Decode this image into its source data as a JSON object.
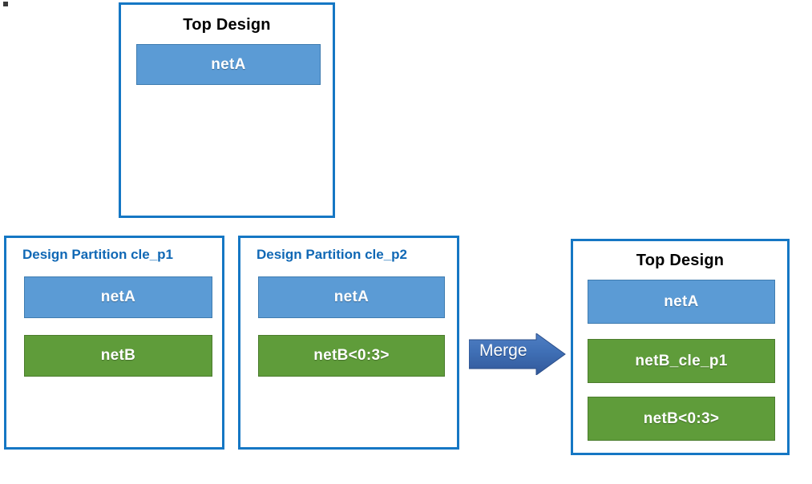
{
  "diagram": {
    "title_top_design": "Top Design",
    "accent_blue": "#1577c4",
    "label_blue": "#1068b5",
    "bar_blue": "#5b9bd5",
    "bar_green": "#5f9c3a",
    "arrow_blue": "#3f6fb5"
  },
  "top_box": {
    "title": "Top Design",
    "nets": [
      {
        "name": "netA",
        "color": "blue"
      }
    ]
  },
  "partition_1": {
    "title": "Design Partition cle_p1",
    "nets": [
      {
        "name": "netA",
        "color": "blue"
      },
      {
        "name": "netB",
        "color": "green"
      }
    ]
  },
  "partition_2": {
    "title": "Design Partition cle_p2",
    "nets": [
      {
        "name": "netA",
        "color": "blue"
      },
      {
        "name": "netB<0:3>",
        "color": "green"
      }
    ]
  },
  "merge": {
    "label": "Merge",
    "icon": "right-block-arrow-icon"
  },
  "merged_box": {
    "title": "Top Design",
    "nets": [
      {
        "name": "netA",
        "color": "blue"
      },
      {
        "name": "netB_cle_p1",
        "color": "green"
      },
      {
        "name": "netB<0:3>",
        "color": "green"
      }
    ]
  }
}
